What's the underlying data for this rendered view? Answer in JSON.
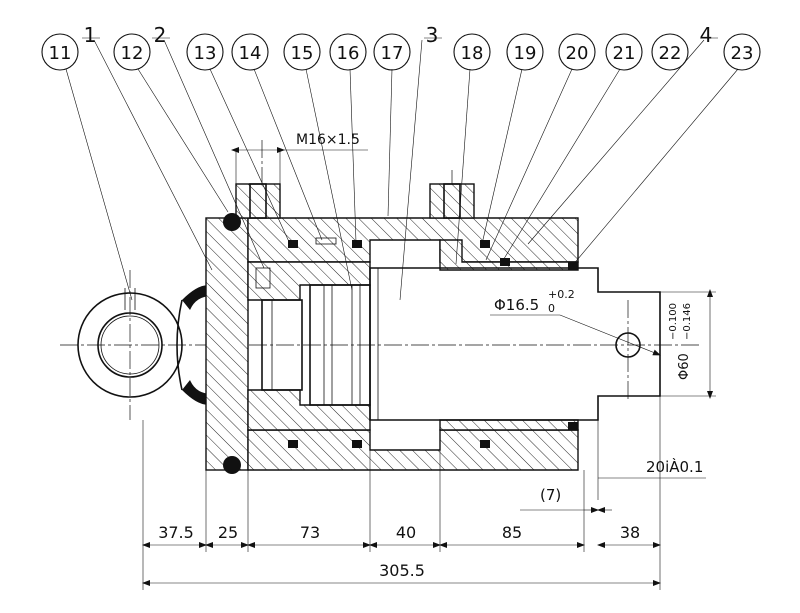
{
  "balloons": [
    "11",
    "12",
    "13",
    "14",
    "15",
    "16",
    "17",
    "18",
    "19",
    "20",
    "21",
    "22",
    "23"
  ],
  "part_labels": [
    "1",
    "2",
    "3",
    "4"
  ],
  "thread_label": "M16×1.5",
  "dims": {
    "d1": "37.5",
    "d2": "25",
    "d3": "73",
    "d4": "40",
    "d5": "85",
    "d6": "38",
    "ref": "(7)",
    "total": "305.5",
    "rod_end": "20iÀ0.1",
    "dia_main": "Φ16.5",
    "dia_tol_upper": "+0.2",
    "dia_tol_lower": "0",
    "dia60": "Φ60",
    "dia60_tol_upper": "−0.100",
    "dia60_tol_lower": "−0.146"
  },
  "colors": {
    "line": "#111111",
    "background": "#ffffff"
  }
}
